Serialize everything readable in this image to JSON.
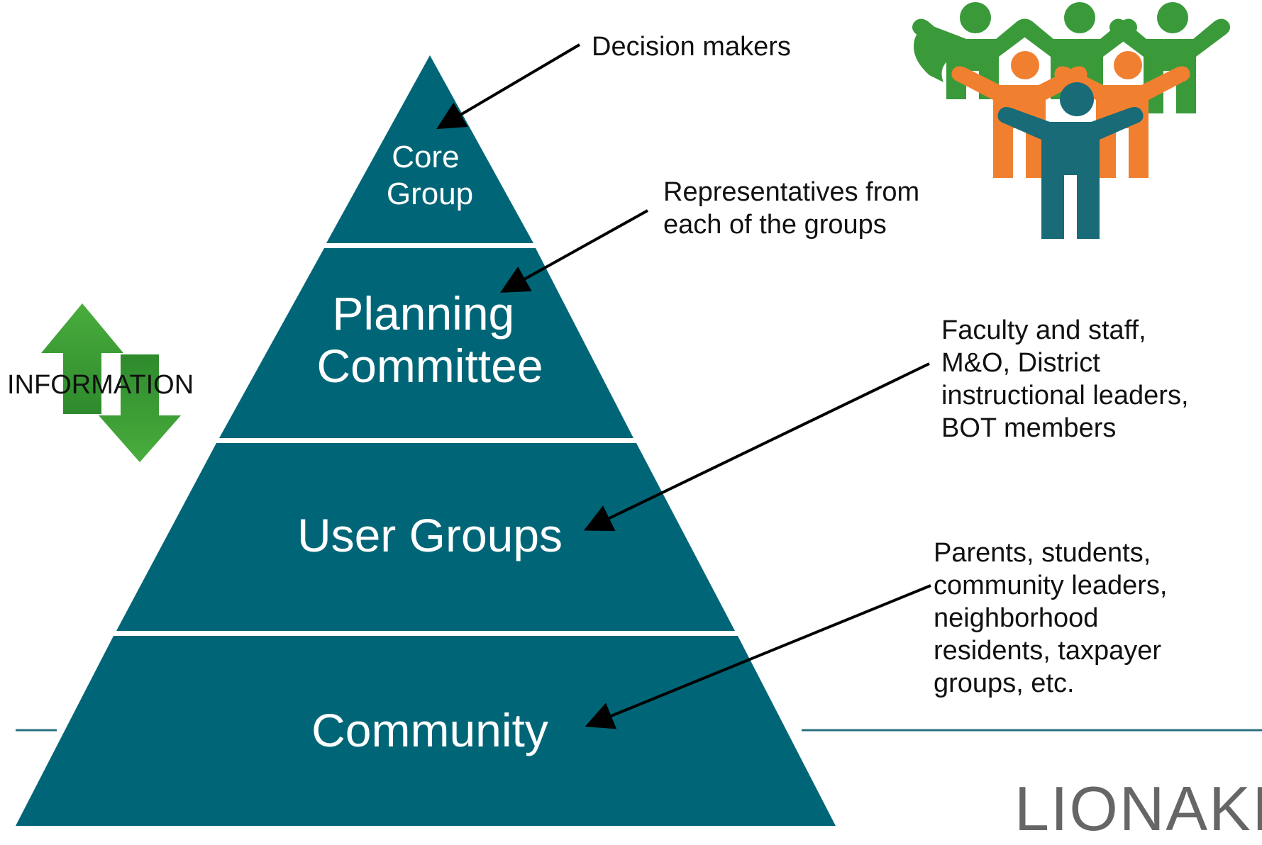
{
  "colors": {
    "pyramid": "#006677",
    "green": "#3a9a3a",
    "orange": "#f08030",
    "teal": "#196b78",
    "rule": "#2a7080"
  },
  "pyramid": {
    "tiers": [
      {
        "lines": [
          "Core",
          "Group"
        ]
      },
      {
        "lines": [
          "Planning",
          "Committee"
        ]
      },
      {
        "lines": [
          "User Groups"
        ]
      },
      {
        "lines": [
          "Community"
        ]
      }
    ]
  },
  "annotations": {
    "decision": {
      "lines": [
        "Decision makers"
      ]
    },
    "representatives": {
      "lines": [
        "Representatives from",
        "each of the groups"
      ]
    },
    "faculty": {
      "lines": [
        "Faculty and staff,",
        "M&O, District",
        "instructional leaders,",
        "BOT members"
      ]
    },
    "parents": {
      "lines": [
        "Parents, students,",
        "community leaders,",
        "neighborhood",
        "residents, taxpayer",
        "groups, etc."
      ]
    }
  },
  "information_label": "INFORMATION",
  "logo": {
    "text": "LIONAKIS",
    "icon": "people-group-icon"
  },
  "flow_arrows": {
    "icon": "up-down-arrows-icon"
  }
}
